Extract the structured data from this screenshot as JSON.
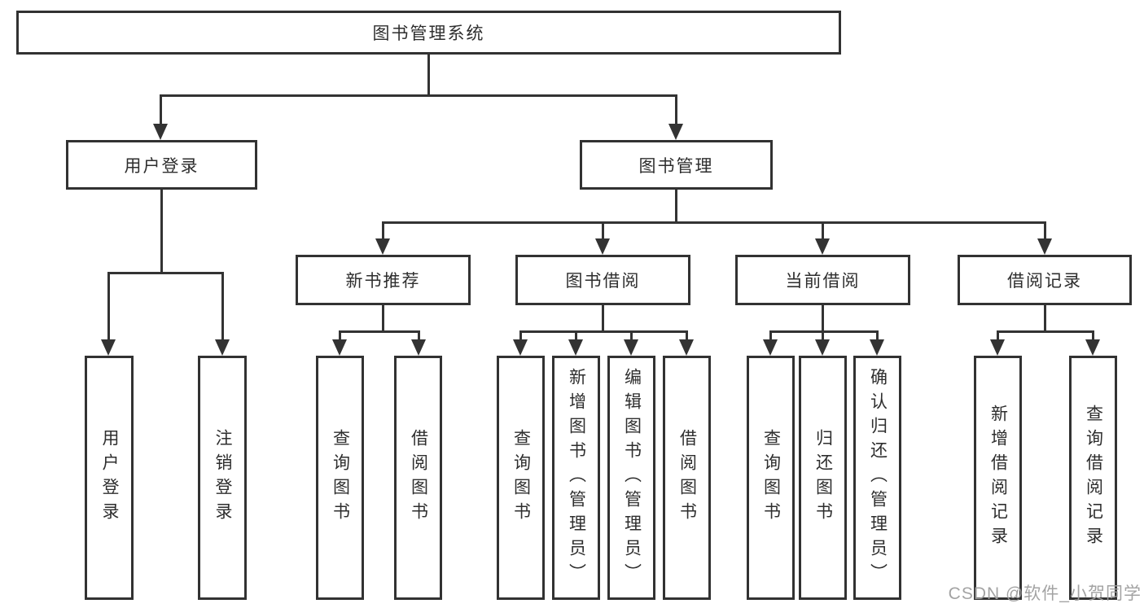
{
  "colors": {
    "line": "#333333",
    "box_border": "#323232",
    "text": "#2e2e2e",
    "watermark": "#9e9e9e",
    "background": "#ffffff"
  },
  "nodes": {
    "root": "图书管理系统",
    "user_login": "用户登录",
    "book_mgmt": "图书管理",
    "new_book_rec": "新书推荐",
    "book_borrow": "图书借阅",
    "current_borrow": "当前借阅",
    "borrow_record": "借阅记录",
    "leaf_user_login": "用户登录",
    "leaf_logout": "注销登录",
    "leaf_rec_query_book": "查询图书",
    "leaf_rec_borrow_book": "借阅图书",
    "leaf_bb_query_book": "查询图书",
    "leaf_bb_add_book": "新增图书（管理员）",
    "leaf_bb_edit_book": "编辑图书（管理员）",
    "leaf_bb_borrow_book": "借阅图书",
    "leaf_cb_query_book": "查询图书",
    "leaf_cb_return_book": "归还图书",
    "leaf_cb_confirm_return": "确认归还（管理员）",
    "leaf_br_add_record": "新增借阅记录",
    "leaf_br_query_record": "查询借阅记录"
  },
  "watermark": "CSDN @软件_小贺同学"
}
